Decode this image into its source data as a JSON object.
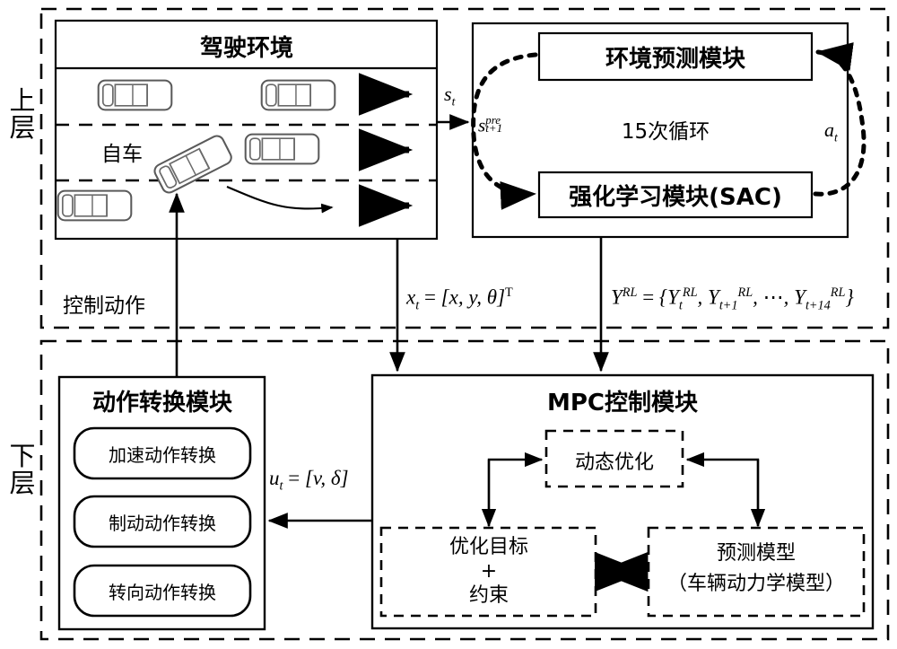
{
  "diagram": {
    "title_hidden": "Hierarchical RL + MPC autonomous driving architecture",
    "layers": [
      {
        "name": "upper-layer",
        "label": "上层"
      },
      {
        "name": "lower-layer",
        "label": "下层"
      }
    ],
    "upper": {
      "driving_env": {
        "title": "驾驶环境",
        "ego_label": "自车",
        "lanes": 3,
        "cars": [
          {
            "name": "car-lane1-left"
          },
          {
            "name": "car-lane1-right"
          },
          {
            "name": "car-lane2-right"
          },
          {
            "name": "car-lane3-left"
          },
          {
            "name": "ego-car"
          }
        ],
        "lane_arrows": 3
      },
      "rl_group": {
        "loop_label": "15次循环",
        "env_prediction_module": "环境预测模块",
        "rl_module": "强化学习模块(SAC)",
        "state_in_label": {
          "base": "s",
          "sub": "t"
        },
        "pred_state_label": {
          "base": "s",
          "sup": "pre",
          "sub": "t+1"
        },
        "action_label": {
          "base": "a",
          "sub": "t"
        }
      }
    },
    "middle": {
      "control_action_label": "控制动作",
      "state_vector_formula": "x_t = [x, y, θ]^T",
      "rl_trajectory_formula": "Y^RL = {Y_t^RL, Y_{t+1}^RL, ⋯, Y_{t+14}^RL}"
    },
    "lower": {
      "action_conversion": {
        "title": "动作转换模块",
        "items": [
          {
            "name": "accelerate-conversion",
            "label": "加速动作转换"
          },
          {
            "name": "brake-conversion",
            "label": "制动动作转换"
          },
          {
            "name": "steer-conversion",
            "label": "转向动作转换"
          }
        ]
      },
      "control_input_formula": "u_t = [v, δ]",
      "mpc": {
        "title": "MPC控制模块",
        "dynamic_optimization": "动态优化",
        "objective_box": {
          "line1": "优化目标",
          "line2": "+",
          "line3": "约束"
        },
        "prediction_box": {
          "line1": "预测模型",
          "line2": "（车辆动力学模型）"
        }
      }
    },
    "colors": {
      "line": "#000000",
      "fill": "#ffffff",
      "car_stroke": "#555555"
    }
  }
}
